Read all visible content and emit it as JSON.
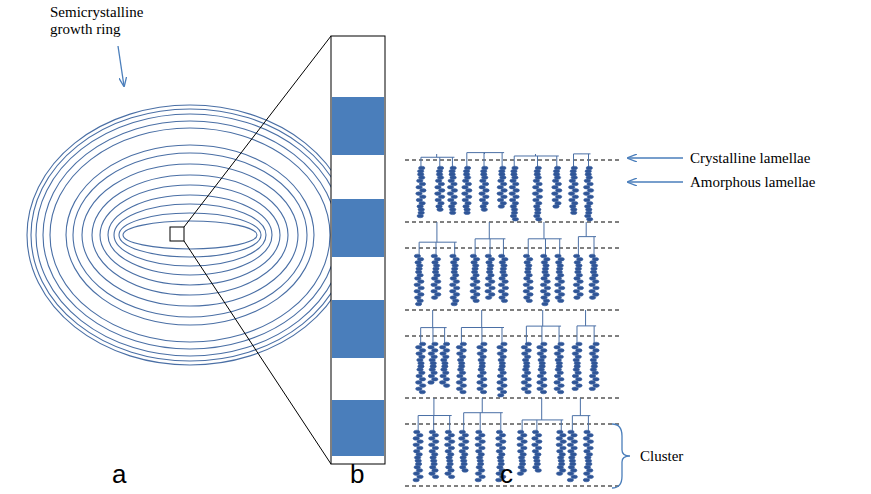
{
  "diagram": {
    "labels": [
      "Semicrystalline growth ring",
      "Crystalline lamellae",
      "Amorphous lamellae",
      "Cluster",
      "a",
      "b",
      "c"
    ]
  }
}
